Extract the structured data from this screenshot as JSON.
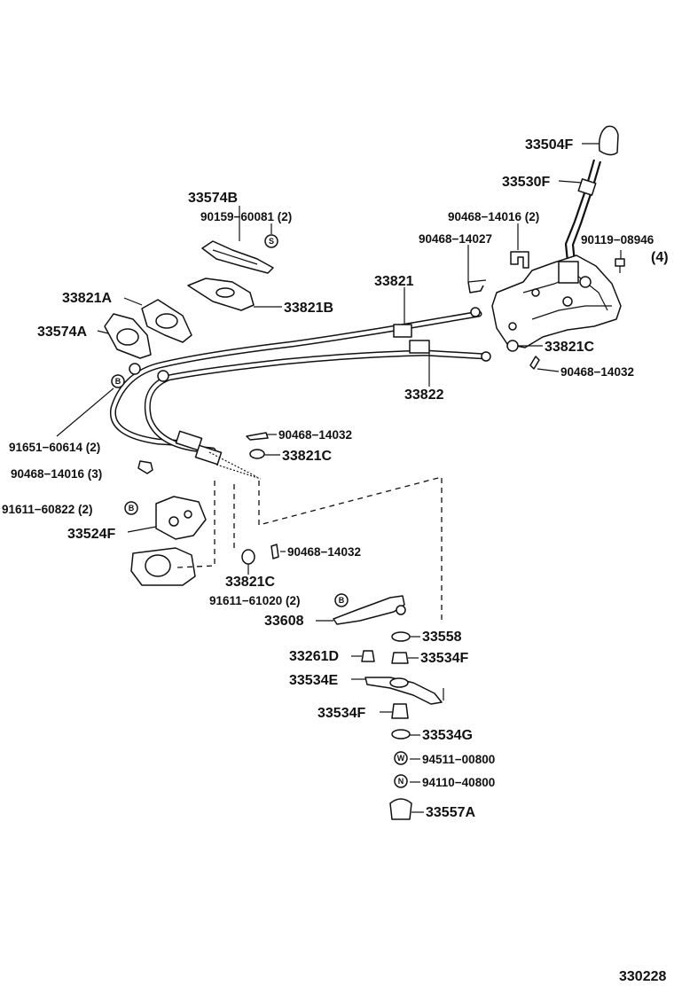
{
  "diagram": {
    "labels": {
      "p33504F": "33504F",
      "p33530F": "33530F",
      "p90468_14016_2": "90468−14016 (2)",
      "p90468_14027": "90468−14027",
      "p90119_08946": "90119−08946",
      "p90119_qty": "(4)",
      "p33574B": "33574B",
      "p90159_60081": "90159−60081 (2)",
      "p33821A": "33821A",
      "p33821B": "33821B",
      "p33821": "33821",
      "p33574A": "33574A",
      "p33821C_a": "33821C",
      "p90468_14032_a": "90468−14032",
      "p33822": "33822",
      "p91651_60614": "91651−60614 (2)",
      "p90468_14032_b": "90468−14032",
      "p33821C_b": "33821C",
      "p90468_14016_3": "90468−14016 (3)",
      "p91611_60822": "91611−60822 (2)",
      "p33524F": "33524F",
      "p90468_14032_c": "90468−14032",
      "p33821C_c": "33821C",
      "p91611_61020": "91611−61020 (2)",
      "p33608": "33608",
      "p33558": "33558",
      "p33261D": "33261D",
      "p33534F_a": "33534F",
      "p33534E": "33534E",
      "p33534F_b": "33534F",
      "p33534G": "33534G",
      "p94511_00800": "94511−00800",
      "p94110_40800": "94110−40800",
      "p33557A": "33557A",
      "figure_code": "330228"
    },
    "symbols": {
      "s": "S",
      "b": "B",
      "w": "W",
      "n": "N"
    }
  }
}
